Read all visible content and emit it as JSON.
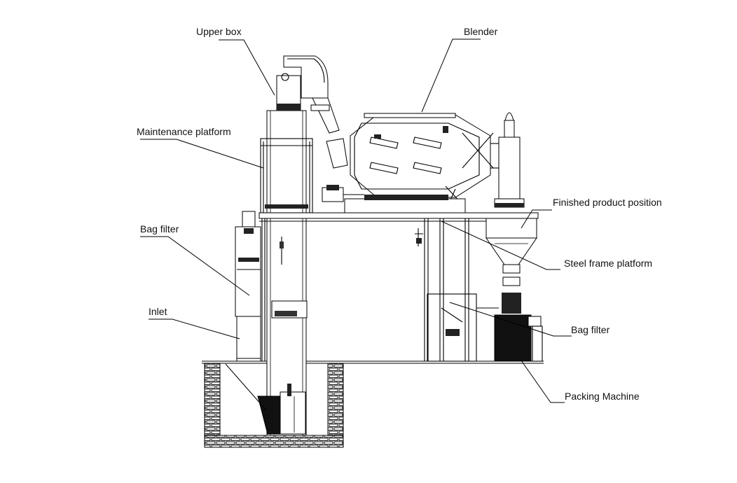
{
  "labels": {
    "upper_box": "Upper box",
    "blender": "Blender",
    "maintenance_platform": "Maintenance platform",
    "finished_product_position": "Finished product position",
    "bag_filter_left": "Bag filter",
    "steel_frame_platform": "Steel frame platform",
    "inlet": "Inlet",
    "bag_filter_right": "Bag filter",
    "packing_machine": "Packing Machine"
  }
}
